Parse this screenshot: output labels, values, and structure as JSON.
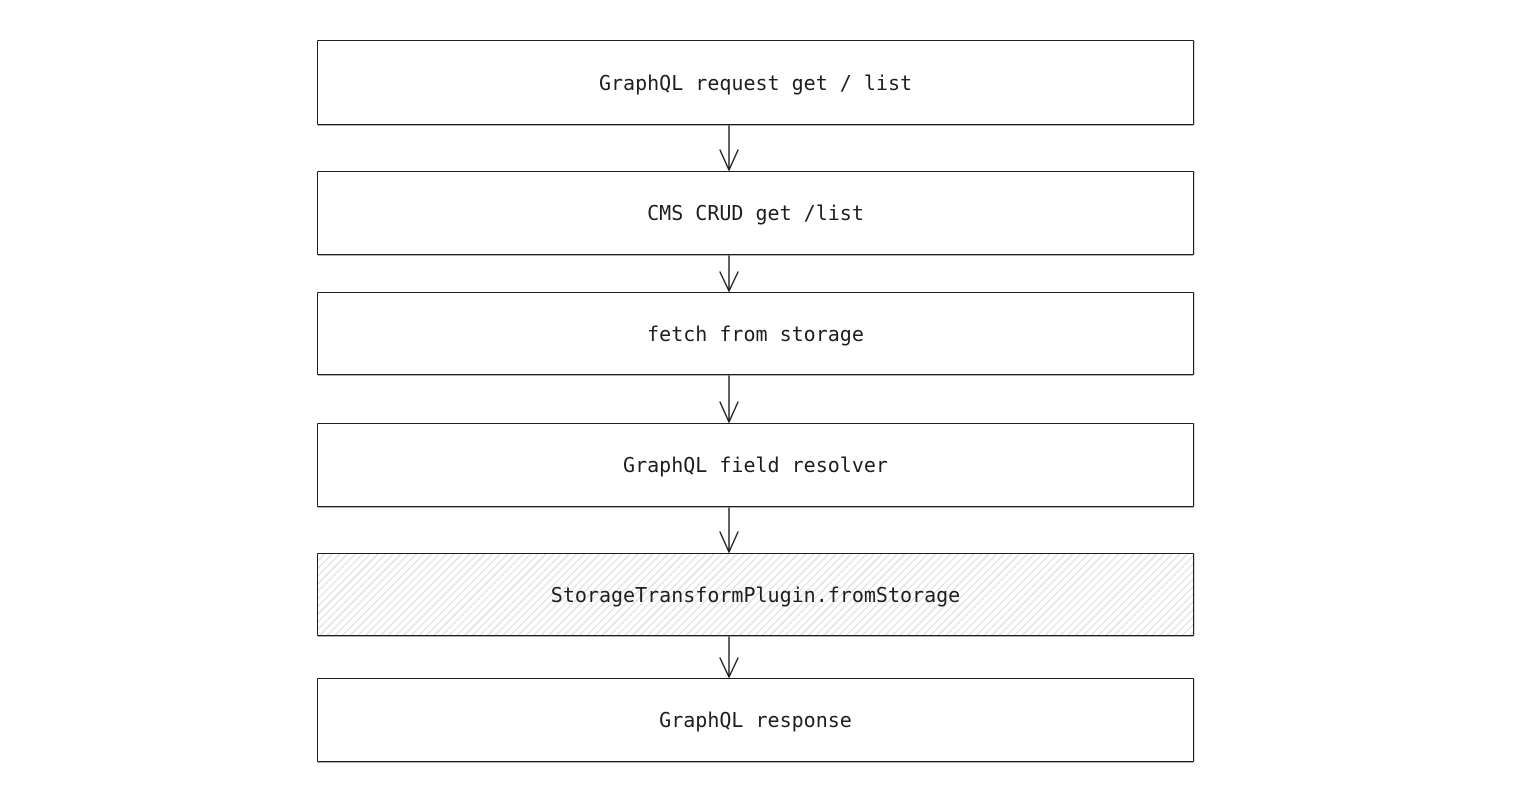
{
  "diagram": {
    "type": "flowchart",
    "direction": "top-down",
    "nodes": [
      {
        "id": "graphql-request",
        "label": "GraphQL request get / list",
        "hatched": false
      },
      {
        "id": "cms-crud",
        "label": "CMS CRUD get /list",
        "hatched": false
      },
      {
        "id": "fetch-from-storage",
        "label": "fetch from storage",
        "hatched": false
      },
      {
        "id": "graphql-field-resolver",
        "label": "GraphQL field resolver",
        "hatched": false
      },
      {
        "id": "storage-transform-plugin",
        "label": "StorageTransformPlugin.fromStorage",
        "hatched": true
      },
      {
        "id": "graphql-response",
        "label": "GraphQL response",
        "hatched": false
      }
    ],
    "edges": [
      {
        "from": "graphql-request",
        "to": "cms-crud",
        "style": "arrow-down"
      },
      {
        "from": "cms-crud",
        "to": "fetch-from-storage",
        "style": "arrow-down"
      },
      {
        "from": "fetch-from-storage",
        "to": "graphql-field-resolver",
        "style": "arrow-down"
      },
      {
        "from": "graphql-field-resolver",
        "to": "storage-transform-plugin",
        "style": "arrow-down"
      },
      {
        "from": "storage-transform-plugin",
        "to": "graphql-response",
        "style": "arrow-down"
      }
    ],
    "colors": {
      "stroke": "#1e1e1e",
      "text": "#1e1e1e",
      "background": "#ffffff",
      "hatch_line": "#e3e3ea"
    }
  }
}
